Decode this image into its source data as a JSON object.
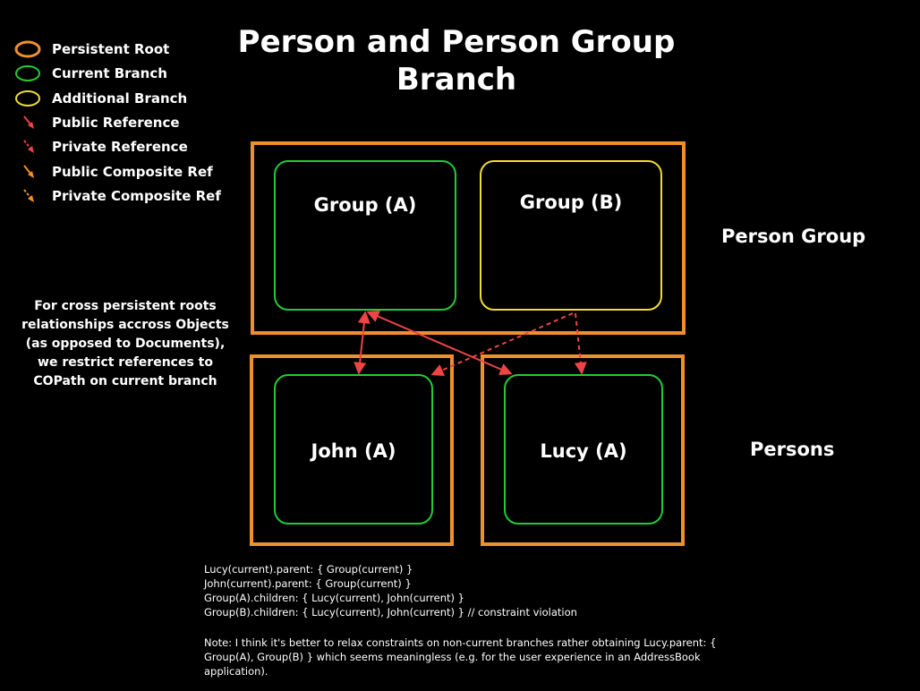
{
  "title_line1": "Person and Person Group",
  "title_line2": "Branch",
  "legend": [
    {
      "label": "Persistent Root",
      "icon": "orange-ellipse-icon"
    },
    {
      "label": "Current Branch",
      "icon": "green-ellipse-icon"
    },
    {
      "label": "Additional Branch",
      "icon": "yellow-ellipse-icon"
    },
    {
      "label": "Public Reference",
      "icon": "red-solid-arrow-icon"
    },
    {
      "label": "Private Reference",
      "icon": "red-dashed-arrow-icon"
    },
    {
      "label": "Public Composite Ref",
      "icon": "orange-solid-arrow-icon"
    },
    {
      "label": "Private Composite Ref",
      "icon": "orange-dashed-arrow-icon"
    }
  ],
  "colors": {
    "persistent_root": "#f0902a",
    "current_branch": "#22cc33",
    "additional_branch": "#eedd33",
    "reference": "#ee4444"
  },
  "boxes": {
    "group_a": "Group (A)",
    "group_b": "Group (B)",
    "john_a": "John (A)",
    "lucy_a": "Lucy (A)"
  },
  "side_labels": {
    "person_group": "Person Group",
    "persons": "Persons"
  },
  "note_left": "For cross persistent roots relationships accross Objects (as opposed to Documents), we restrict references to COPath on current branch",
  "code_lines": [
    "Lucy(current).parent: { Group(current) }",
    "John(current).parent: { Group(current) }",
    "Group(A).children: { Lucy(current), John(current) }",
    "Group(B).children: { Lucy(current), John(current) } // constraint violation"
  ],
  "note_bottom": "Note: I think it's better to relax constraints on non-current branches rather obtaining Lucy.parent: { Group(A), Group(B) } which seems meaningless (e.g. for the user experience in an AddressBook application)."
}
